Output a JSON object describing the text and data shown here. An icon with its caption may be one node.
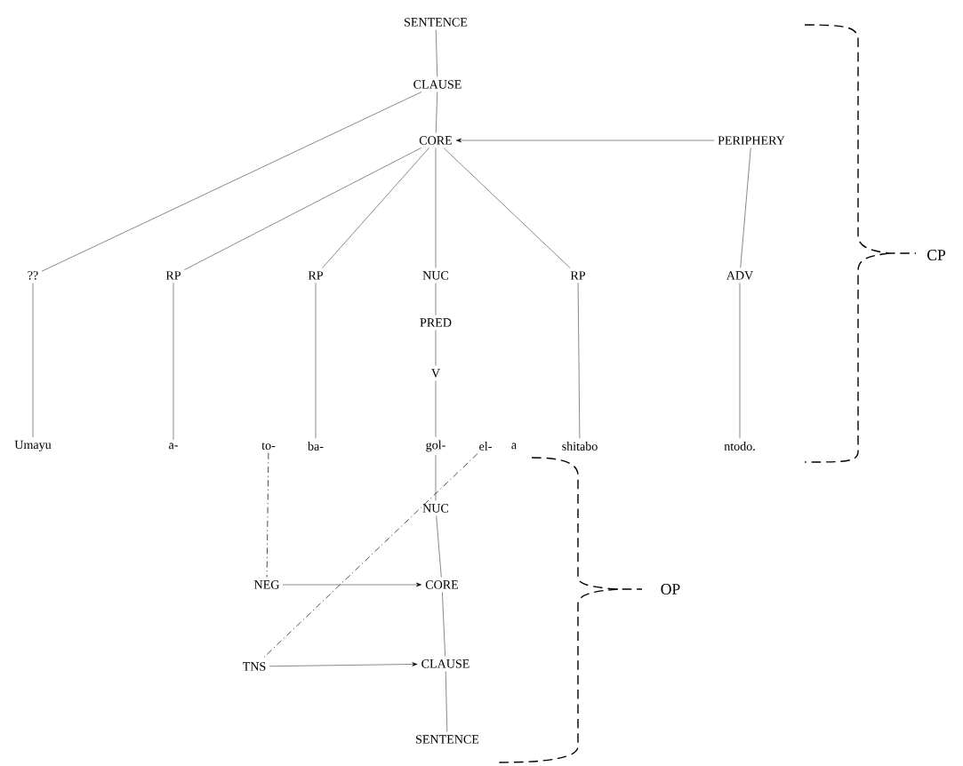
{
  "diagram": {
    "nodes": [
      {
        "text": [
          "SENTENCE"
        ]
      },
      {
        "text": [
          "CLAUSE"
        ]
      },
      {
        "text": [
          "CORE"
        ]
      },
      {
        "text": [
          "PERIPHERY"
        ]
      },
      {
        "text": [
          "??"
        ]
      },
      {
        "text": [
          "RP"
        ]
      },
      {
        "text": [
          "RP"
        ]
      },
      {
        "text": [
          "NUC"
        ]
      },
      {
        "text": [
          "RP"
        ]
      },
      {
        "text": [
          "ADV"
        ]
      },
      {
        "text": [
          "PRED"
        ]
      },
      {
        "text": [
          "V"
        ]
      },
      {
        "text": [
          "Umayu"
        ]
      },
      {
        "text": [
          "a-"
        ]
      },
      {
        "text": [
          "to-"
        ]
      },
      {
        "text": [
          "ba-"
        ]
      },
      {
        "text": [
          "gol-"
        ]
      },
      {
        "text": [
          "el-"
        ]
      },
      {
        "text": [
          "a"
        ]
      },
      {
        "text": [
          "shitabo"
        ]
      },
      {
        "text": [
          "ntodo."
        ]
      },
      {
        "text": [
          "NUC"
        ]
      },
      {
        "text": [
          "CORE"
        ]
      },
      {
        "text": [
          "CLAUSE"
        ]
      },
      {
        "text": [
          "SENTENCE"
        ]
      },
      {
        "text": [
          "NEG"
        ]
      },
      {
        "text": [
          "TNS"
        ]
      }
    ],
    "edges": [
      {
        "from": 0,
        "to": 1,
        "arrow": "none"
      },
      {
        "from": 1,
        "to": 2,
        "arrow": "none"
      },
      {
        "from": 1,
        "to": 4,
        "arrow": "none"
      },
      {
        "from": 3,
        "to": 2,
        "arrow": "to"
      },
      {
        "from": 2,
        "to": 5,
        "arrow": "none"
      },
      {
        "from": 2,
        "to": 6,
        "arrow": "none"
      },
      {
        "from": 2,
        "to": 7,
        "arrow": "none"
      },
      {
        "from": 2,
        "to": 8,
        "arrow": "none"
      },
      {
        "from": 3,
        "to": 9,
        "arrow": "none"
      },
      {
        "from": 4,
        "to": 12,
        "arrow": "none"
      },
      {
        "from": 5,
        "to": 13,
        "arrow": "none"
      },
      {
        "from": 6,
        "to": 15,
        "arrow": "none"
      },
      {
        "from": 7,
        "to": 10,
        "arrow": "none"
      },
      {
        "from": 10,
        "to": 11,
        "arrow": "none"
      },
      {
        "from": 11,
        "to": 16,
        "arrow": "none"
      },
      {
        "from": 8,
        "to": 19,
        "arrow": "none"
      },
      {
        "from": 9,
        "to": 20,
        "arrow": "none"
      },
      {
        "from": 16,
        "to": 21,
        "arrow": "none"
      },
      {
        "from": 21,
        "to": 22,
        "arrow": "none"
      },
      {
        "from": 22,
        "to": 23,
        "arrow": "none"
      },
      {
        "from": 23,
        "to": 24,
        "arrow": "none"
      },
      {
        "from": 14,
        "to": 25,
        "arrow": "none",
        "style": "dashed"
      },
      {
        "from": 17,
        "to": 26,
        "arrow": "none",
        "style": "dashed"
      },
      {
        "from": 25,
        "to": 22,
        "arrow": "to"
      },
      {
        "from": 26,
        "to": 23,
        "arrow": "to"
      }
    ],
    "labels": [
      "CP",
      "OP"
    ]
  }
}
